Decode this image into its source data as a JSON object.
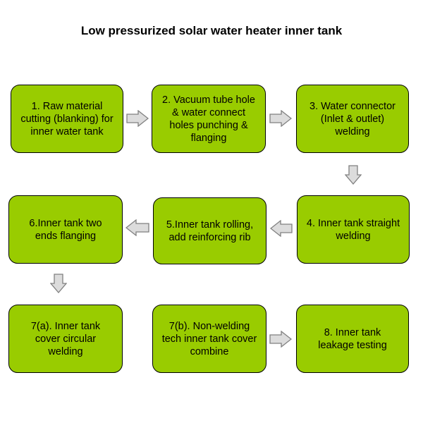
{
  "title": "Low pressurized solar water heater inner tank",
  "colors": {
    "box_fill": "#99cc00",
    "box_border": "#000000",
    "arrow_fill": "#dcdcdc",
    "arrow_border": "#808080"
  },
  "steps": [
    {
      "label": "1. Raw material\ncutting (blanking) for\ninner water tank"
    },
    {
      "label": "2. Vacuum tube hole\n& water connect\nholes punching &\nflanging"
    },
    {
      "label": "3. Water connector\n(Inlet & outlet)\nwelding"
    },
    {
      "label": "4. Inner tank straight\nwelding"
    },
    {
      "label": "5.Inner tank rolling,\nadd reinforcing rib"
    },
    {
      "label": "6.Inner tank two\nends flanging"
    },
    {
      "label": "7(a). Inner tank\ncover circular\nwelding"
    },
    {
      "label": "7(b). Non-welding\ntech inner tank cover\ncombine"
    },
    {
      "label": "8. Inner tank\nleakage testing"
    }
  ],
  "arrows": [
    {
      "from": "1",
      "to": "2",
      "direction": "right"
    },
    {
      "from": "2",
      "to": "3",
      "direction": "right"
    },
    {
      "from": "3",
      "to": "4",
      "direction": "down"
    },
    {
      "from": "4",
      "to": "5",
      "direction": "left"
    },
    {
      "from": "5",
      "to": "6",
      "direction": "left"
    },
    {
      "from": "6",
      "to": "7(a)",
      "direction": "down"
    },
    {
      "from": "7(b)",
      "to": "8",
      "direction": "right"
    }
  ]
}
